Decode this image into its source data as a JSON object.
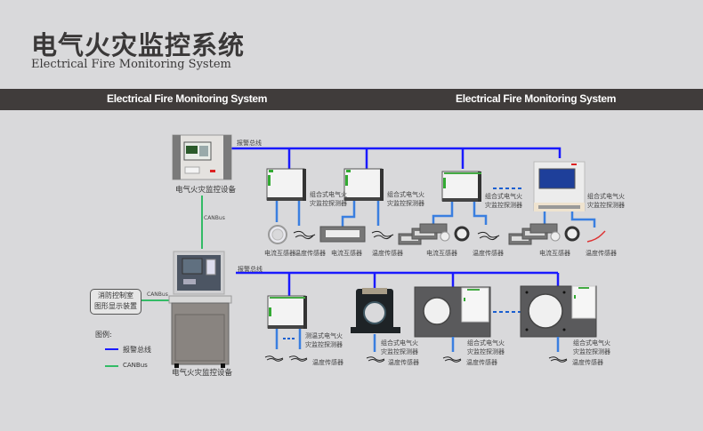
{
  "header": {
    "title_cn": "电气火灾监控系统",
    "title_en": "Electrical Fire Monitoring System"
  },
  "band": {
    "left_text": "Electrical Fire Monitoring System",
    "right_text": "Electrical Fire Monitoring System"
  },
  "colors": {
    "alarm_bus": "#1a1aff",
    "canbus": "#33bb66",
    "branch": "#3a7fe0",
    "band_bg": "#403c3b",
    "page_bg": "#d9d9db"
  },
  "top_system": {
    "host_label": "电气火灾监控设备",
    "bus_label": "报警总线",
    "canbus_label": "CANBus",
    "detectors": [
      {
        "label_line1": "组合式电气火",
        "label_line2": "灾监控探测器",
        "sensors": [
          "电流互感器",
          "温度传感器"
        ]
      },
      {
        "label_line1": "组合式电气火",
        "label_line2": "灾监控探测器",
        "sensors": [
          "电流互感器",
          "温度传感器"
        ]
      },
      {
        "label_line1": "组合式电气火",
        "label_line2": "灾监控探测器",
        "sensors": [
          "电流互感器",
          "温度传感器"
        ]
      },
      {
        "label_line1": "组合式电气火",
        "label_line2": "灾监控探测器",
        "sensors": [
          "电流互感器",
          "温度传感器"
        ]
      }
    ]
  },
  "bottom_system": {
    "host_label": "电气火灾监控设备",
    "bus_label": "报警总线",
    "canbus_label": "CANBus",
    "display_box_line1": "消防控制室",
    "display_box_line2": "图形显示装置",
    "detectors": [
      {
        "label_line1": "测温式电气火",
        "label_line2": "灾监控探测器",
        "sensor": "温度传感器"
      },
      {
        "label_line1": "组合式电气火",
        "label_line2": "灾监控探测器",
        "sensor": "温度传感器"
      },
      {
        "label_line1": "组合式电气火",
        "label_line2": "灾监控探测器",
        "sensor": "温度传感器"
      },
      {
        "label_line1": "组合式电气火",
        "label_line2": "灾监控探测器",
        "sensor": "温度传感器"
      }
    ]
  },
  "legend": {
    "title": "图例:",
    "items": [
      {
        "label": "报警总线",
        "color": "#1a1aff"
      },
      {
        "label": "CANBus",
        "color": "#33bb66"
      }
    ]
  }
}
